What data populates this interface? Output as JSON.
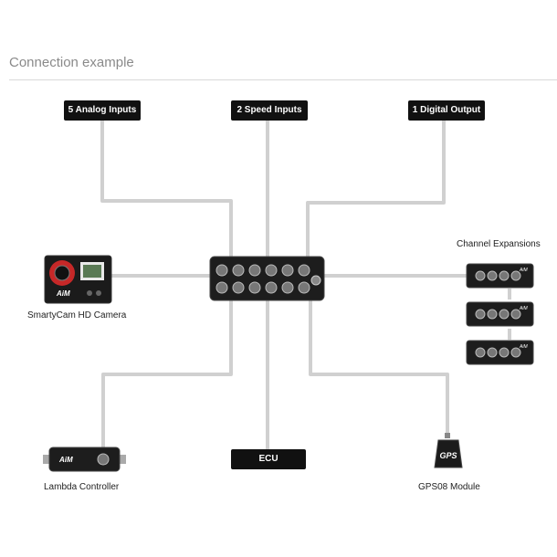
{
  "page": {
    "title": "Connection example"
  },
  "labels": {
    "analog": "5 Analog Inputs",
    "speed": "2 Speed Inputs",
    "digital": "1 Digital Output",
    "ecu": "ECU"
  },
  "captions": {
    "camera": "SmartyCam HD Camera",
    "expansions": "Channel Expansions",
    "lambda": "Lambda Controller",
    "gps": "GPS08 Module"
  },
  "device_marks": {
    "brand": "AiM",
    "gps_logo": "GPS"
  },
  "colors": {
    "line": "#d0d0d0",
    "box": "#111111",
    "device": "#1d1d1d"
  }
}
